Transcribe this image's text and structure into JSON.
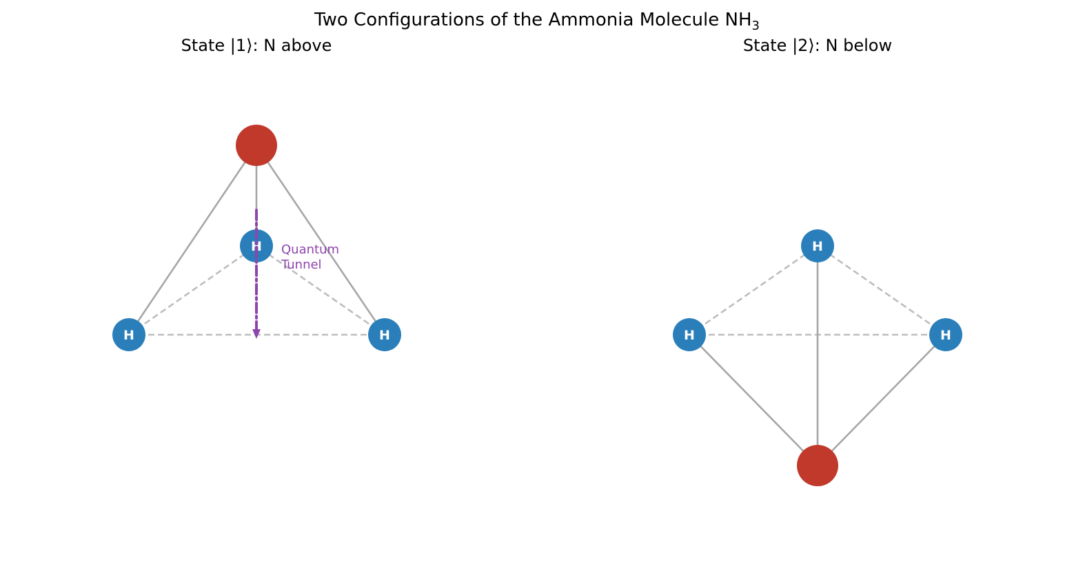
{
  "title": {
    "text": "Two Configurations of the Ammonia Molecule NH",
    "subscript": "3"
  },
  "panels": [
    {
      "title": "State |1⟩: N above",
      "nitrogen_position": "above",
      "hydrogen_label": "H"
    },
    {
      "title": "State |2⟩: N below",
      "nitrogen_position": "below",
      "hydrogen_label": "H"
    }
  ],
  "tunnel": {
    "line1": "Quantum",
    "line2": "Tunnel"
  },
  "colors": {
    "hydrogen": "#2a7fba",
    "nitrogen": "#c0392b",
    "bond": "#a6a6a6",
    "base_edge": "#bdbdbd",
    "tunnel": "#8e44ad"
  }
}
